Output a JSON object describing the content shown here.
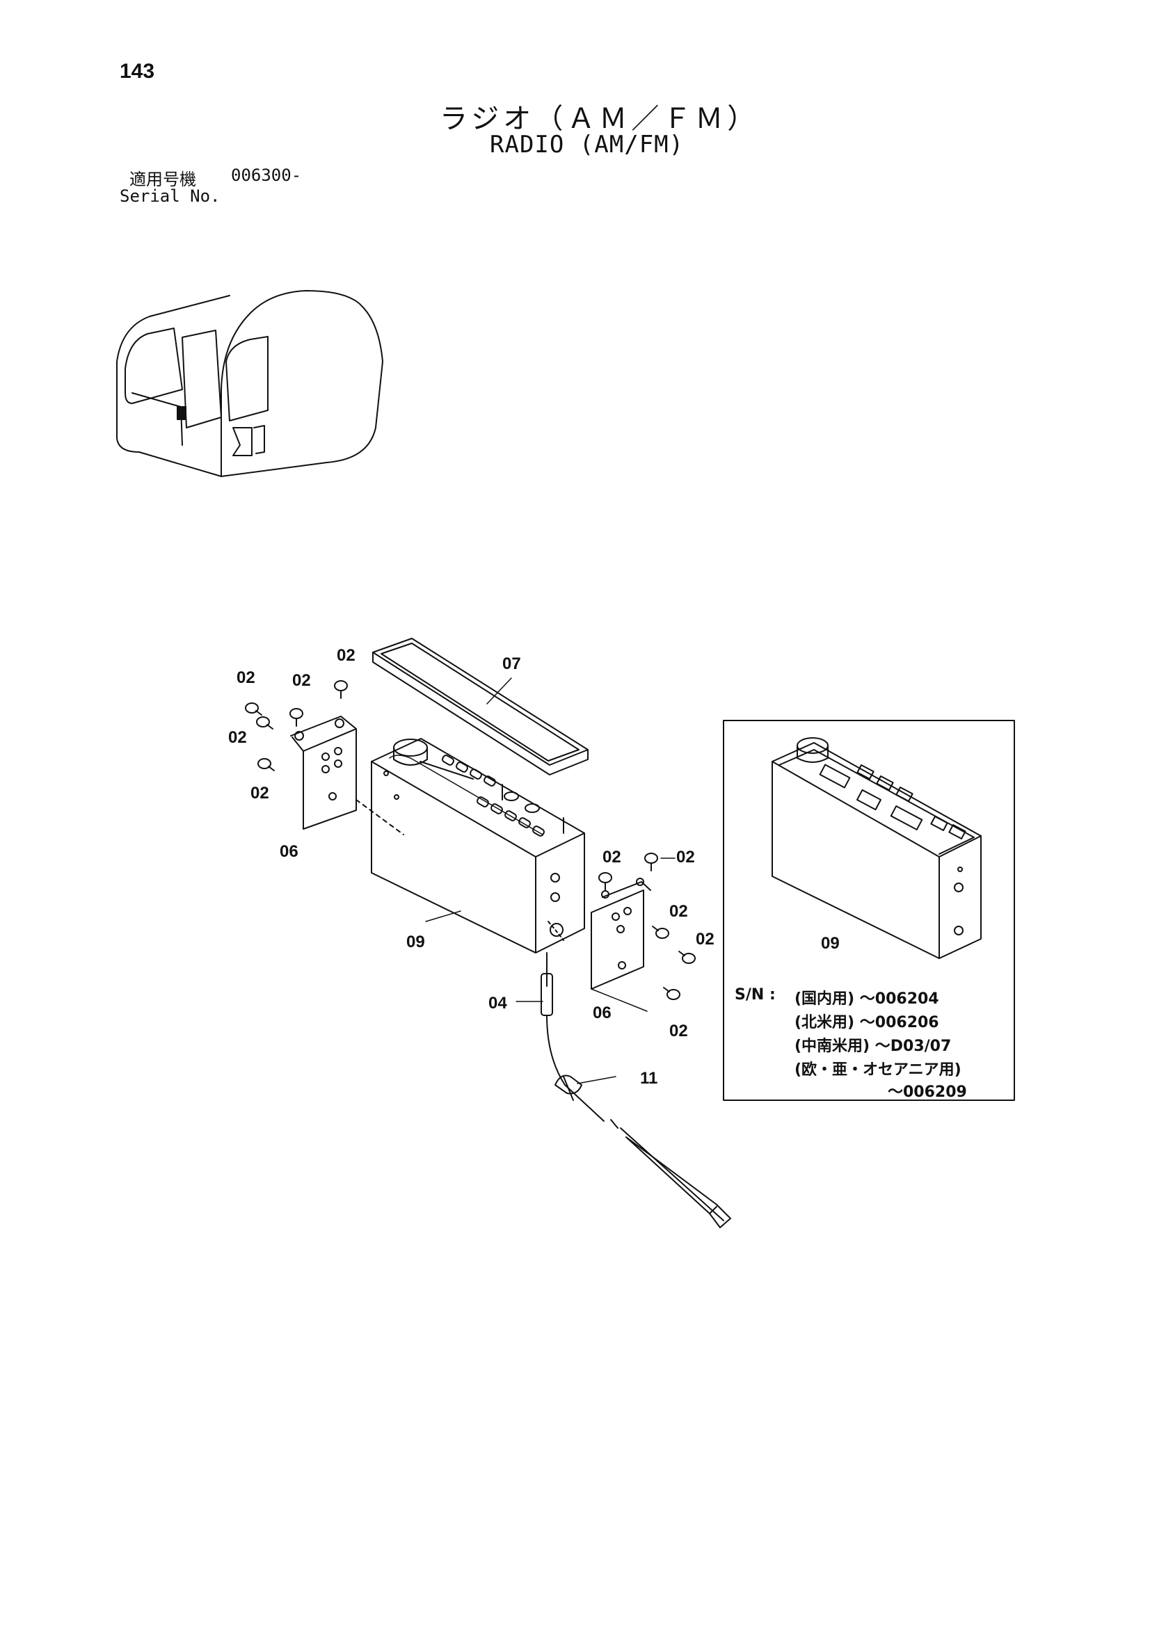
{
  "header": {
    "page_number": "143",
    "title_jp": "ラジオ（ＡＭ／ＦＭ）",
    "title_en": "RADIO (AM/FM)",
    "serial_label_jp": "適用号機",
    "serial_value": "006300-",
    "serial_label_en": "Serial No."
  },
  "callouts": {
    "c02": "02",
    "c04": "04",
    "c06": "06",
    "c07": "07",
    "c09": "09",
    "c11": "11"
  },
  "inset": {
    "part_label": "09",
    "sn_prefix": "S/N :",
    "sn_lines": [
      "(国内用) ～006204",
      "(北米用) ～006206",
      "(中南米用) ～D03/07",
      "(欧・亜・オセアニア用)",
      "～006209"
    ]
  }
}
